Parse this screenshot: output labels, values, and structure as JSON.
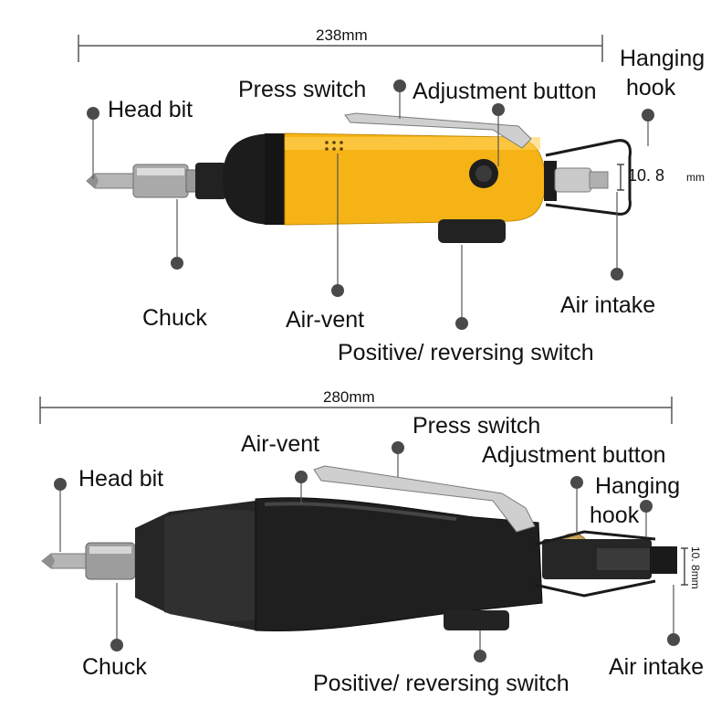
{
  "colors": {
    "line": "#555555",
    "dot": "#4a4a4a",
    "tool1_body": "#f5b316",
    "tool1_dark": "#1a1a1a",
    "tool2_body": "#232323",
    "metal": "#bdbdbd",
    "brass": "#c8a050"
  },
  "top": {
    "length": "238mm",
    "labels": {
      "head_bit": "Head bit",
      "press_switch": "Press switch",
      "adjustment_button": "Adjustment button",
      "hanging_hook_line1": "Hanging",
      "hanging_hook_line2": "hook",
      "chuck": "Chuck",
      "air_vent": "Air-vent",
      "air_intake": "Air intake",
      "reversing_switch": "Positive/ reversing switch"
    },
    "intake_size": "10. 8",
    "intake_unit": "mm"
  },
  "bottom": {
    "length": "280mm",
    "labels": {
      "head_bit": "Head bit",
      "air_vent": "Air-vent",
      "press_switch": "Press switch",
      "adjustment_button": "Adjustment button",
      "hanging_hook_line1": "Hanging",
      "hanging_hook_line2": "hook",
      "chuck": "Chuck",
      "air_intake": "Air intake",
      "reversing_switch": "Positive/ reversing switch"
    },
    "intake_size": "10. 8mm"
  }
}
